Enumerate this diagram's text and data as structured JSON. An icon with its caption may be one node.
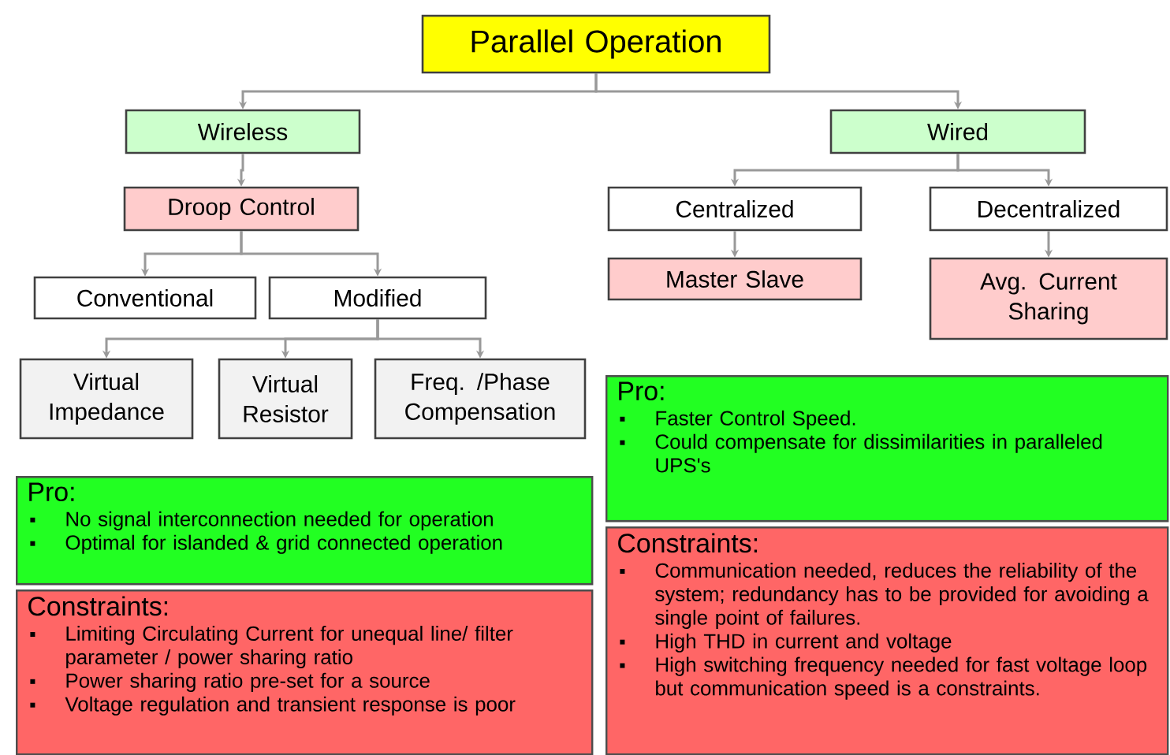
{
  "diagram": {
    "nodes": [
      {
        "text": [
          "Parallel Operation"
        ]
      },
      {
        "text": [
          "Wireless"
        ]
      },
      {
        "text": [
          "Wired"
        ]
      },
      {
        "text": [
          "Droop Control"
        ]
      },
      {
        "text": [
          "Conventional"
        ]
      },
      {
        "text": [
          "Modified"
        ]
      },
      {
        "text": [
          "Virtual Impedance"
        ]
      },
      {
        "text": [
          "Virtual Resistor"
        ]
      },
      {
        "text": [
          "Freq. /Phase Compensation"
        ]
      },
      {
        "text": [
          "Centralized"
        ]
      },
      {
        "text": [
          "Decentralized"
        ]
      },
      {
        "text": [
          "Master Slave"
        ]
      },
      {
        "text": [
          "Avg. Current Sharing"
        ]
      },
      {
        "text": [
          "Pro:",
          "No signal interconnection needed for operation",
          "Optimal for islanded & grid connected operation"
        ]
      },
      {
        "text": [
          "Constraints:",
          "Limiting Circulating Current for unequal line/ filter parameter / power sharing ratio",
          "Power sharing ratio pre-set for a source",
          "Voltage regulation and transient response is poor"
        ]
      },
      {
        "text": [
          "Pro:",
          "Faster Control Speed.",
          "Could compensate for dissimilarities in paralleled UPS's"
        ]
      },
      {
        "text": [
          "Constraints:",
          "Communication needed, reduces the reliability of the system; redundancy has to be provided for avoiding a single point of failures.",
          "High THD in current and voltage",
          "High switching frequency needed for fast voltage loop but communication speed is a constraints."
        ]
      }
    ],
    "edges": [
      {
        "from": 0,
        "to": 1,
        "arrow": "to"
      },
      {
        "from": 0,
        "to": 2,
        "arrow": "to"
      },
      {
        "from": 1,
        "to": 3,
        "arrow": "to"
      },
      {
        "from": 3,
        "to": 4,
        "arrow": "to"
      },
      {
        "from": 3,
        "to": 5,
        "arrow": "to"
      },
      {
        "from": 5,
        "to": 6,
        "arrow": "to"
      },
      {
        "from": 5,
        "to": 7,
        "arrow": "to"
      },
      {
        "from": 5,
        "to": 8,
        "arrow": "to"
      },
      {
        "from": 2,
        "to": 9,
        "arrow": "to"
      },
      {
        "from": 2,
        "to": 10,
        "arrow": "to"
      },
      {
        "from": 9,
        "to": 11,
        "arrow": "to"
      },
      {
        "from": 10,
        "to": 12,
        "arrow": "to"
      }
    ]
  }
}
